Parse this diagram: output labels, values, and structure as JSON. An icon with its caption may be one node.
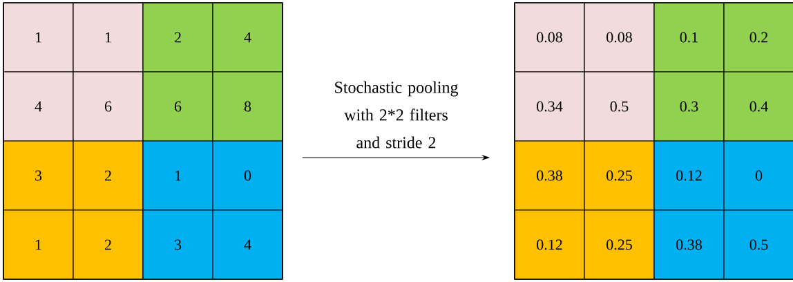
{
  "diagram": {
    "nodes": [
      {
        "text": [],
        "shape": "box"
      },
      {
        "text": [
          "1"
        ],
        "in": 0
      },
      {
        "text": [
          "1"
        ],
        "in": 0
      },
      {
        "text": [
          "2"
        ],
        "in": 0
      },
      {
        "text": [
          "4"
        ],
        "in": 0
      },
      {
        "text": [
          "4"
        ],
        "in": 0
      },
      {
        "text": [
          "6"
        ],
        "in": 0
      },
      {
        "text": [
          "6"
        ],
        "in": 0
      },
      {
        "text": [
          "8"
        ],
        "in": 0
      },
      {
        "text": [
          "3"
        ],
        "in": 0
      },
      {
        "text": [
          "2"
        ],
        "in": 0
      },
      {
        "text": [
          "1"
        ],
        "in": 0
      },
      {
        "text": [
          "0"
        ],
        "in": 0
      },
      {
        "text": [
          "1"
        ],
        "in": 0
      },
      {
        "text": [
          "2"
        ],
        "in": 0
      },
      {
        "text": [
          "3"
        ],
        "in": 0
      },
      {
        "text": [
          "4"
        ],
        "in": 0
      },
      {
        "text": [],
        "shape": "box"
      },
      {
        "text": [
          "0.08"
        ],
        "in": 17
      },
      {
        "text": [
          "0.08"
        ],
        "in": 17
      },
      {
        "text": [
          "0.1"
        ],
        "in": 17
      },
      {
        "text": [
          "0.2"
        ],
        "in": 17
      },
      {
        "text": [
          "0.34"
        ],
        "in": 17
      },
      {
        "text": [
          "0.5"
        ],
        "in": 17
      },
      {
        "text": [
          "0.3"
        ],
        "in": 17
      },
      {
        "text": [
          "0.4"
        ],
        "in": 17
      },
      {
        "text": [
          "0.38"
        ],
        "in": 17
      },
      {
        "text": [
          "0.25"
        ],
        "in": 17
      },
      {
        "text": [
          "0.12"
        ],
        "in": 17
      },
      {
        "text": [
          "0"
        ],
        "in": 17
      },
      {
        "text": [
          "0.12"
        ],
        "in": 17
      },
      {
        "text": [
          "0.25"
        ],
        "in": 17
      },
      {
        "text": [
          "0.38"
        ],
        "in": 17
      },
      {
        "text": [
          "0.5"
        ],
        "in": 17
      }
    ],
    "edges": [
      {
        "from": 0,
        "to": 17,
        "arrow": "to",
        "label": "Stochastic pooling with 2*2 filters and stride 2"
      }
    ]
  }
}
